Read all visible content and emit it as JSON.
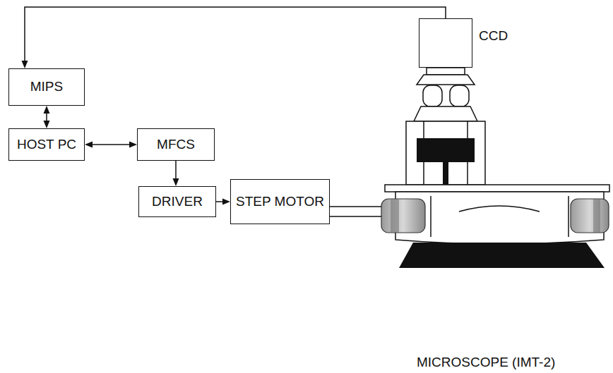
{
  "diagram": {
    "nodes": [
      {
        "text": [
          "CCD"
        ]
      },
      {
        "text": [
          "MIPS"
        ]
      },
      {
        "text": [
          "HOST PC"
        ]
      },
      {
        "text": [
          "MFCS"
        ]
      },
      {
        "text": [
          "DRIVER"
        ]
      },
      {
        "text": [
          "STEP MOTOR"
        ]
      }
    ],
    "edges": [
      {
        "from": 0,
        "to": 1,
        "arrow": "to"
      },
      {
        "from": 1,
        "to": 2,
        "arrow": "both"
      },
      {
        "from": 2,
        "to": 3,
        "arrow": "both"
      },
      {
        "from": 3,
        "to": 4,
        "arrow": "to"
      },
      {
        "from": 4,
        "to": 5,
        "arrow": "to"
      }
    ],
    "labels": [
      "MICROSCOPE (IMT-2)"
    ]
  }
}
